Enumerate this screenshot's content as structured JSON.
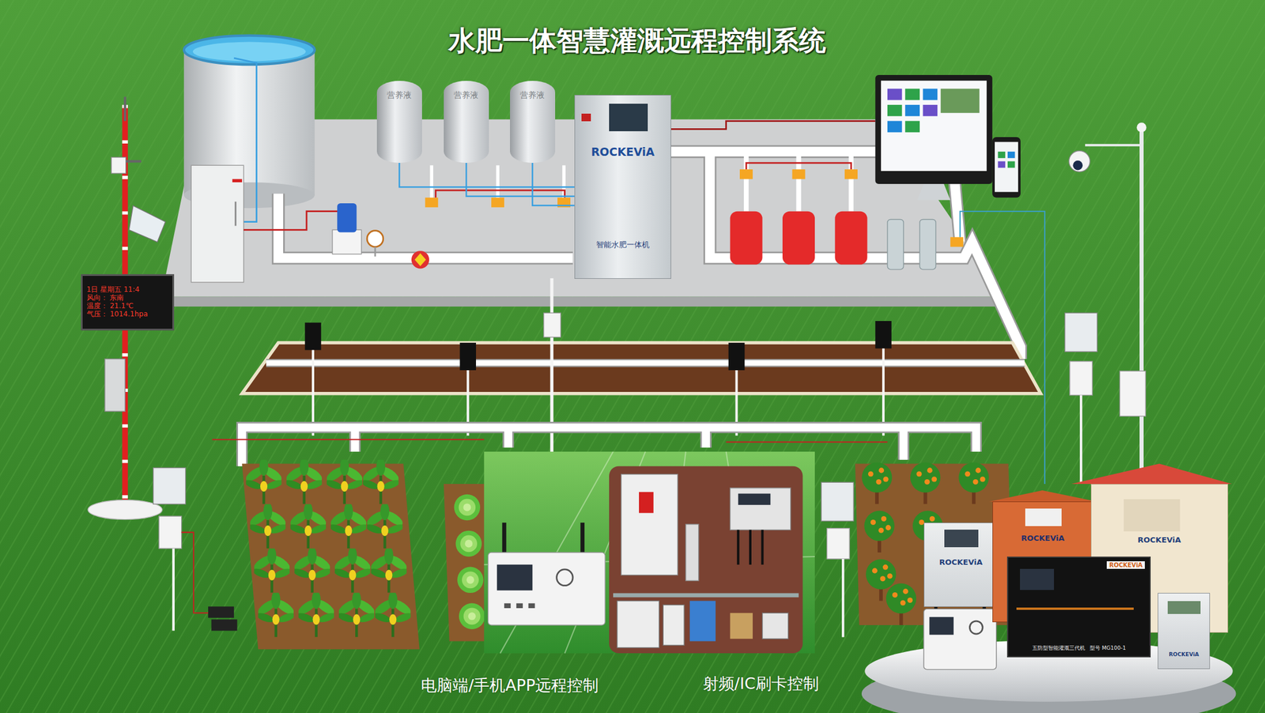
{
  "diagram": {
    "title": "水肥一体智慧灌溉远程控制系统",
    "nodes": [
      {
        "text": [
          "营养液"
        ]
      },
      {
        "text": [
          "营养液"
        ]
      },
      {
        "text": [
          "营养液"
        ]
      },
      {
        "text": [
          "ROCKEViA",
          "智能水肥一体机"
        ]
      },
      {
        "text": [
          "1日 星期五 11:4",
          "风向： 东南",
          "温度： 21.1℃",
          "气压： 1014.1hpa"
        ]
      },
      {
        "text": [
          "ROCKEViA"
        ]
      },
      {
        "text": [
          "ROCKEViA"
        ]
      },
      {
        "text": [
          "ROCKEViA"
        ]
      },
      {
        "text": [
          "ROCKEViA",
          "五防型智能灌溉三代机",
          "型号 MG100-1"
        ]
      },
      {
        "text": [
          "ROCKEViA"
        ]
      }
    ],
    "edges": [
      {
        "from": 0,
        "to": 3,
        "arrow": "none"
      },
      {
        "from": 1,
        "to": 3,
        "arrow": "none"
      },
      {
        "from": 2,
        "to": 3,
        "arrow": "none"
      }
    ],
    "labels": [
      "电脑端/手机APP远程控制",
      "射频/IC刷卡控制"
    ]
  }
}
